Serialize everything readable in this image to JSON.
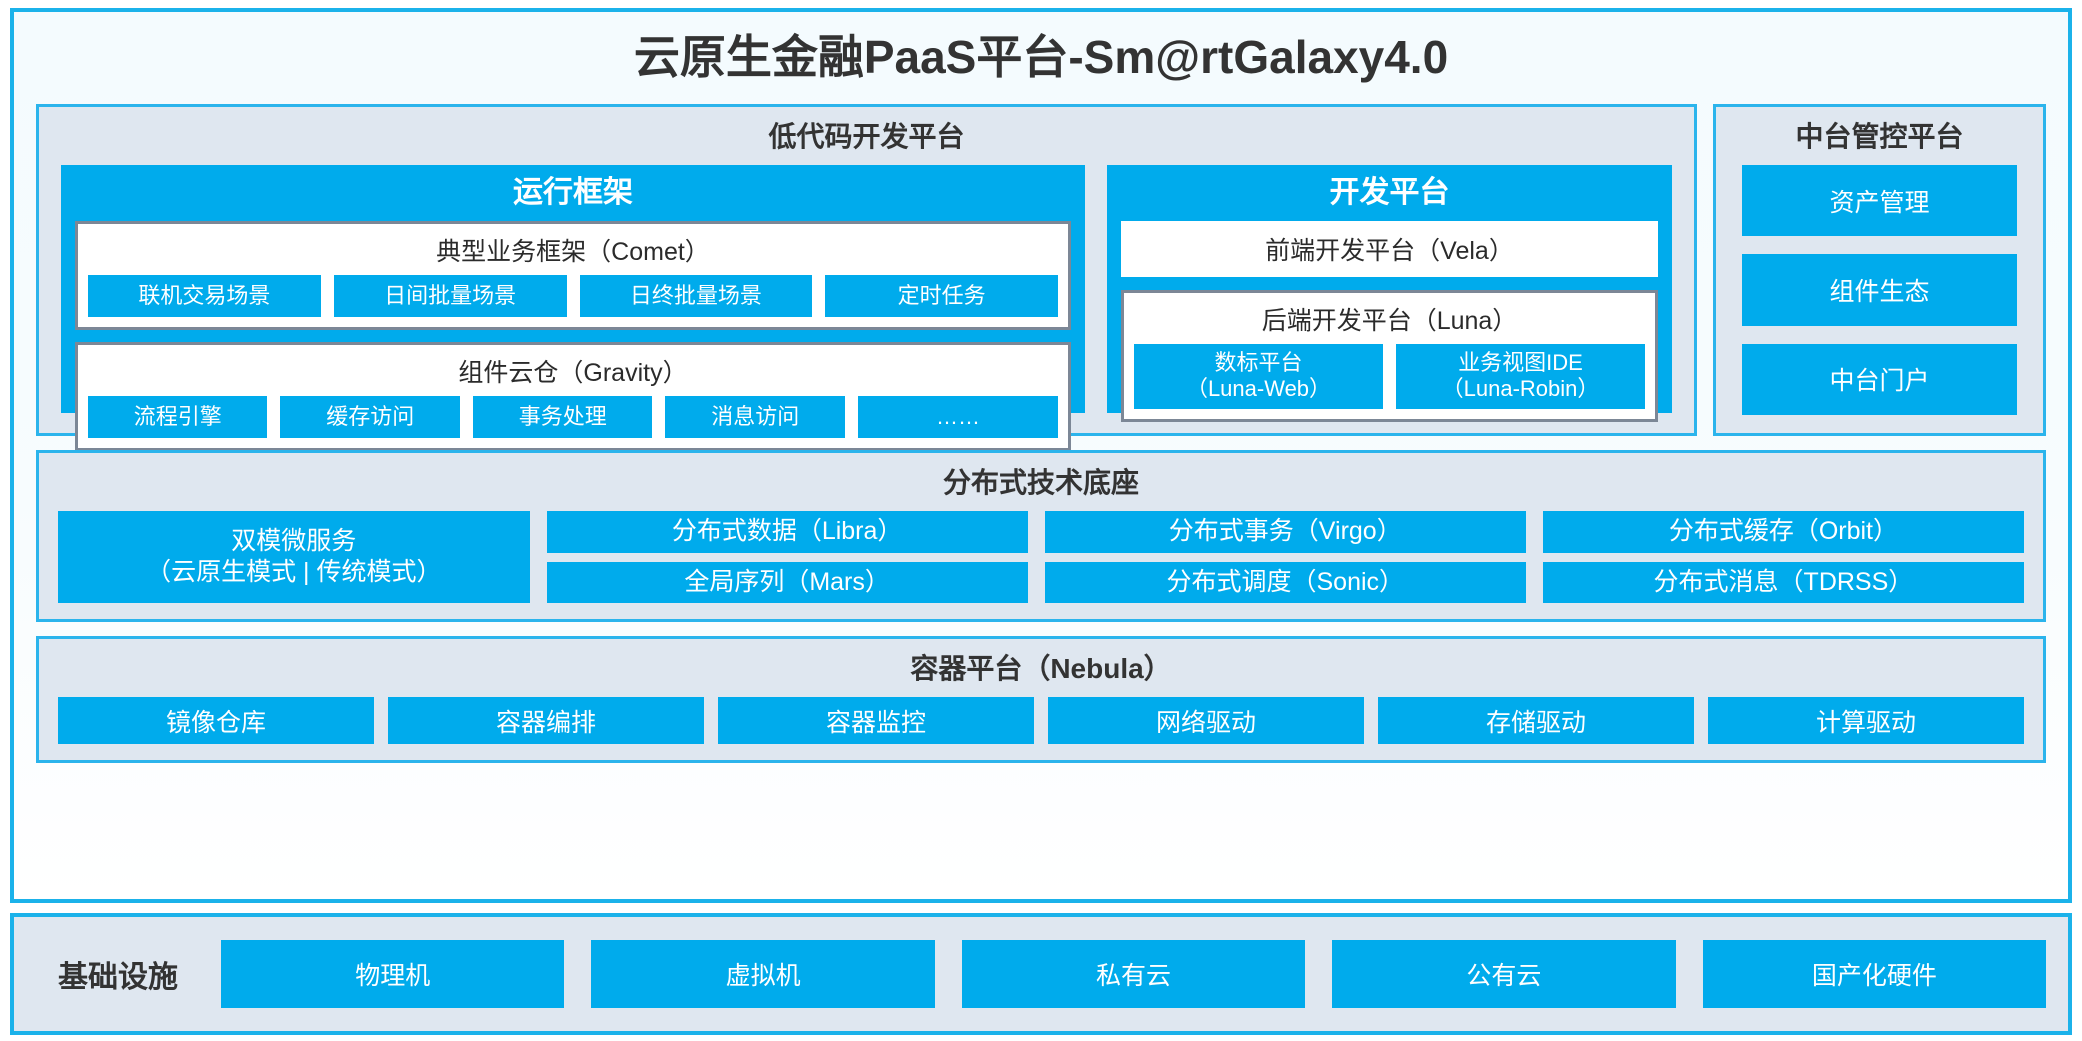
{
  "platform": {
    "title": "云原生金融PaaS平台-Sm@rtGalaxy4.0"
  },
  "colors": {
    "accent_blue": "#00ABEC",
    "frame_blue": "#1BB2EA",
    "panel_bg": "#DFE7F0",
    "group_border_gray": "#7C8796",
    "text_dark": "#333333"
  },
  "lowcode": {
    "title": "低代码开发平台",
    "runtime": {
      "title": "运行框架",
      "comet": {
        "title": "典型业务框架（Comet）",
        "items": [
          "联机交易场景",
          "日间批量场景",
          "日终批量场景",
          "定时任务"
        ]
      },
      "gravity": {
        "title": "组件云仓（Gravity）",
        "items": [
          "流程引擎",
          "缓存访问",
          "事务处理",
          "消息访问",
          "……"
        ]
      }
    },
    "devplatform": {
      "title": "开发平台",
      "frontend": "前端开发平台（Vela）",
      "backend": {
        "title": "后端开发平台（Luna）",
        "items": [
          {
            "name": "数标平台",
            "code": "（Luna-Web）"
          },
          {
            "name": "业务视图IDE",
            "code": "（Luna-Robin）"
          }
        ]
      }
    }
  },
  "midplatform": {
    "title": "中台管控平台",
    "items": [
      "资产管理",
      "组件生态",
      "中台门户"
    ]
  },
  "distributed": {
    "title": "分布式技术底座",
    "microservice": {
      "line1": "双模微服务",
      "line2": "（云原生模式 | 传统模式）"
    },
    "columns": [
      [
        "分布式数据（Libra）",
        "全局序列（Mars）"
      ],
      [
        "分布式事务（Virgo）",
        "分布式调度（Sonic）"
      ],
      [
        "分布式缓存（Orbit）",
        "分布式消息（TDRSS）"
      ]
    ]
  },
  "container": {
    "title": "容器平台（Nebula）",
    "items": [
      "镜像仓库",
      "容器编排",
      "容器监控",
      "网络驱动",
      "存储驱动",
      "计算驱动"
    ]
  },
  "infrastructure": {
    "label": "基础设施",
    "items": [
      "物理机",
      "虚拟机",
      "私有云",
      "公有云",
      "国产化硬件"
    ]
  }
}
